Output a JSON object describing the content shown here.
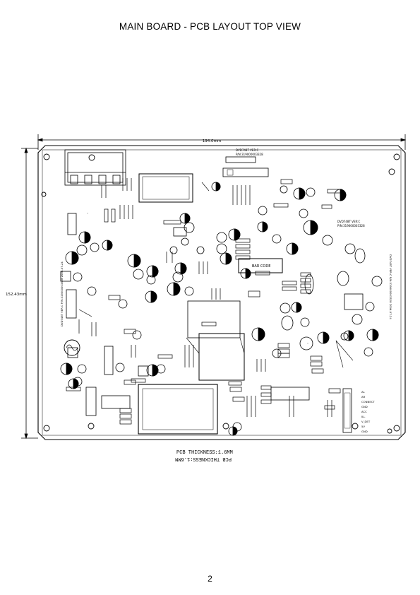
{
  "page": {
    "title": "MAIN BOARD - PCB LAYOUT TOP VIEW",
    "page_number": "2"
  },
  "drawing": {
    "width_dim": "194.0mm",
    "height_dim": "152.43mm",
    "thickness_note": "PCB THICKNESS:1.6MM",
    "thickness_note_mirrored": "PCB THICKNESS:1.6MM",
    "bar_code": "BAR CODE",
    "version_note_1": "DVD748T VER:C",
    "version_pn_1": "P/N:319000003328",
    "version_note_2": "DVD748T VER:C",
    "version_pn_2": "P/N:319000003328",
    "side_text_left": "DVD748T VER:C P/N:319000003328 2006-07-24",
    "side_text_right": "DVD748T VER:C P/N:319000003328 2006-07-24",
    "connector_pins": [
      "AL",
      "AR",
      "CONNECT",
      "GND",
      "ACC",
      "ILL",
      "V_DET",
      "5V",
      "GND"
    ]
  }
}
